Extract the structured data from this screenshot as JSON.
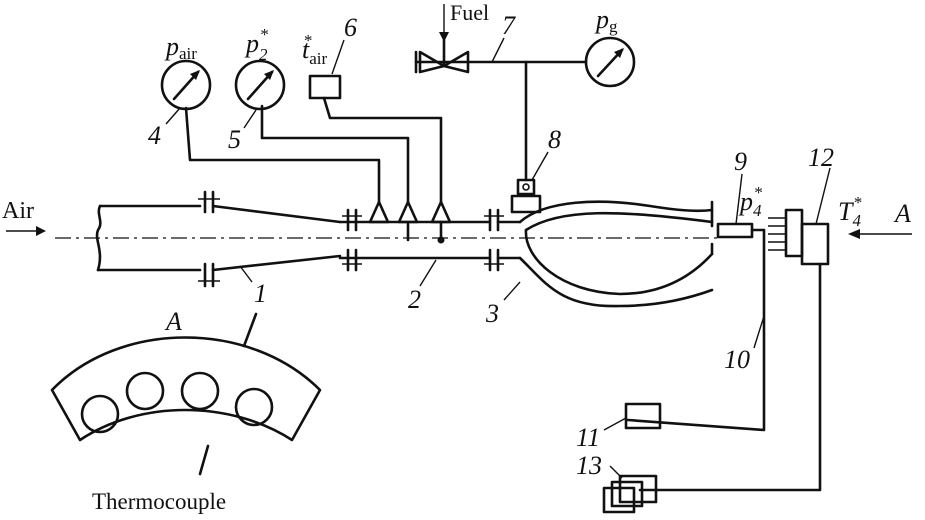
{
  "labels": {
    "air": "Air",
    "fuel": "Fuel",
    "thermocouple": "Thermocouple",
    "section_a": "A",
    "view_a": "A"
  },
  "gauges": {
    "p_air": {
      "sym": "p",
      "sub": "air",
      "sup": ""
    },
    "p2": {
      "sym": "p",
      "sub": "2",
      "sup": "*"
    },
    "t_air": {
      "sym": "t",
      "sub": "air",
      "sup": "*"
    },
    "pg": {
      "sym": "p",
      "sub": "g",
      "sup": ""
    },
    "p4": {
      "sym": "p",
      "sub": "4",
      "sup": "*"
    },
    "T4": {
      "sym": "T",
      "sub": "4",
      "sup": "*"
    }
  },
  "callouts": [
    "1",
    "2",
    "3",
    "4",
    "5",
    "6",
    "7",
    "8",
    "9",
    "10",
    "11",
    "12",
    "13"
  ],
  "colors": {
    "ink": "#111111",
    "background": "#ffffff"
  }
}
